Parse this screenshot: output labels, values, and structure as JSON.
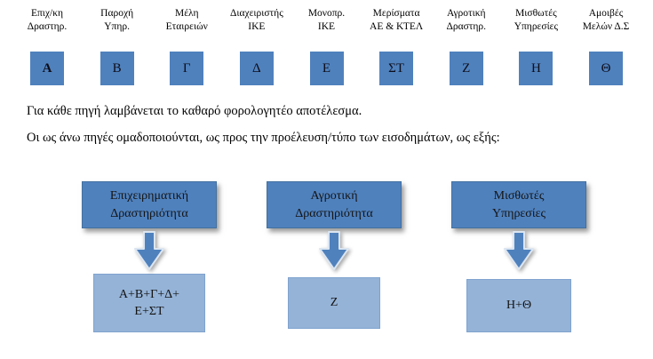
{
  "colors": {
    "source_box_blue": "#4f81bd",
    "result_box_light_blue": "#95b3d7",
    "text": "#000000"
  },
  "sources": [
    {
      "label": "Επιχ/κη\nΔραστηρ.",
      "letter": "Α"
    },
    {
      "label": "Παροχή\nΥπηρ.",
      "letter": "Β"
    },
    {
      "label": "Μέλη\nΕταιρειών",
      "letter": "Γ"
    },
    {
      "label": "Διαχειριστής\nΙΚΕ",
      "letter": "Δ"
    },
    {
      "label": "Μονοπρ.\nΙΚΕ",
      "letter": "Ε"
    },
    {
      "label": "Μερίσματα\nΑΕ & ΚΤΕΛ",
      "letter": "ΣΤ"
    },
    {
      "label": "Αγροτική\nΔραστηρ.",
      "letter": "Ζ"
    },
    {
      "label": "Μισθωτές\nΥπηρεσίες",
      "letter": "Η"
    },
    {
      "label": "Αμοιβές\nΜελών Δ.Σ",
      "letter": "Θ"
    }
  ],
  "text": {
    "line1": "Για κάθε πηγή λαμβάνεται το καθαρό φορολογητέο αποτέλεσμα.",
    "line2": "Οι ως άνω πηγές  ομαδοποιούνται, ως προς την προέλευση/τύπο των εισοδημάτων, ως εξής:"
  },
  "groups": [
    {
      "title": "Επιχειρηματική\nΔραστηριότητα",
      "result": "Α+Β+Γ+Δ+\nΕ+ΣΤ"
    },
    {
      "title": "Αγροτική\nΔραστηριότητα",
      "result": "Ζ"
    },
    {
      "title": "Μισθωτές\nΥπηρεσίες",
      "result": "Η+Θ"
    }
  ]
}
